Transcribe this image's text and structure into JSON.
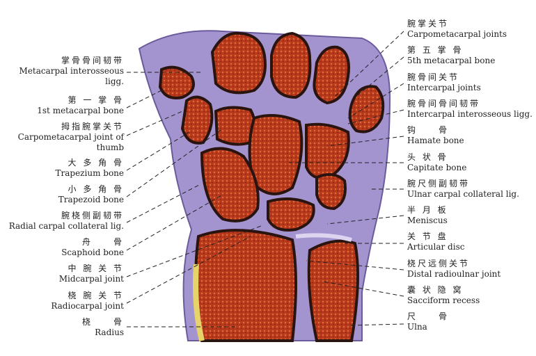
{
  "colors": {
    "bone": "#b8391c",
    "bone_outline": "#2a1410",
    "ligament": "#9c8ac8",
    "cartilage": "#e6d36a",
    "leader": "#222222"
  },
  "left_labels": [
    {
      "zh": "掌骨骨间韧带",
      "en": "Metacarpal interosseous",
      "en2": "ligg."
    },
    {
      "zh": "第 一 掌 骨",
      "en": "1st metacarpal bone"
    },
    {
      "zh": "拇指腕掌关节",
      "en": "Carpometacarpal joint of",
      "en2": "thumb"
    },
    {
      "zh": "大 多 角 骨",
      "en": "Trapezium bone"
    },
    {
      "zh": "小 多 角 骨",
      "en": "Trapezoid bone"
    },
    {
      "zh": "腕桡侧副韧带",
      "en": "Radial carpal collateral lig."
    },
    {
      "zh": "舟　　骨",
      "en": "Scaphoid bone"
    },
    {
      "zh": "中 腕 关 节",
      "en": "Midcarpal joint"
    },
    {
      "zh": "桡 腕 关 节",
      "en": "Radiocarpal joint"
    },
    {
      "zh": "桡　　骨",
      "en": "Radius"
    }
  ],
  "right_labels": [
    {
      "zh": "腕掌关节",
      "en": "Carpometacarpal joints"
    },
    {
      "zh": "第 五 掌 骨",
      "en": "5th metacarpal bone"
    },
    {
      "zh": "腕骨间关节",
      "en": "Intercarpal joints"
    },
    {
      "zh": "腕骨间骨间韧带",
      "en": "Intercarpal interosseous ligg."
    },
    {
      "zh": "钩　　骨",
      "en": "Hamate bone"
    },
    {
      "zh": "头 状 骨",
      "en": "Capitate bone"
    },
    {
      "zh": "腕尺侧副韧带",
      "en": "Ulnar carpal collateral lig."
    },
    {
      "zh": "半 月 板",
      "en": "Meniscus"
    },
    {
      "zh": "关 节 盘",
      "en": "Articular disc"
    },
    {
      "zh": "桡尺远侧关节",
      "en": "Distal radioulnar joint"
    },
    {
      "zh": "囊 状 隐 窝",
      "en": "Sacciform recess"
    },
    {
      "zh": "尺　　骨",
      "en": "Ulna"
    }
  ]
}
